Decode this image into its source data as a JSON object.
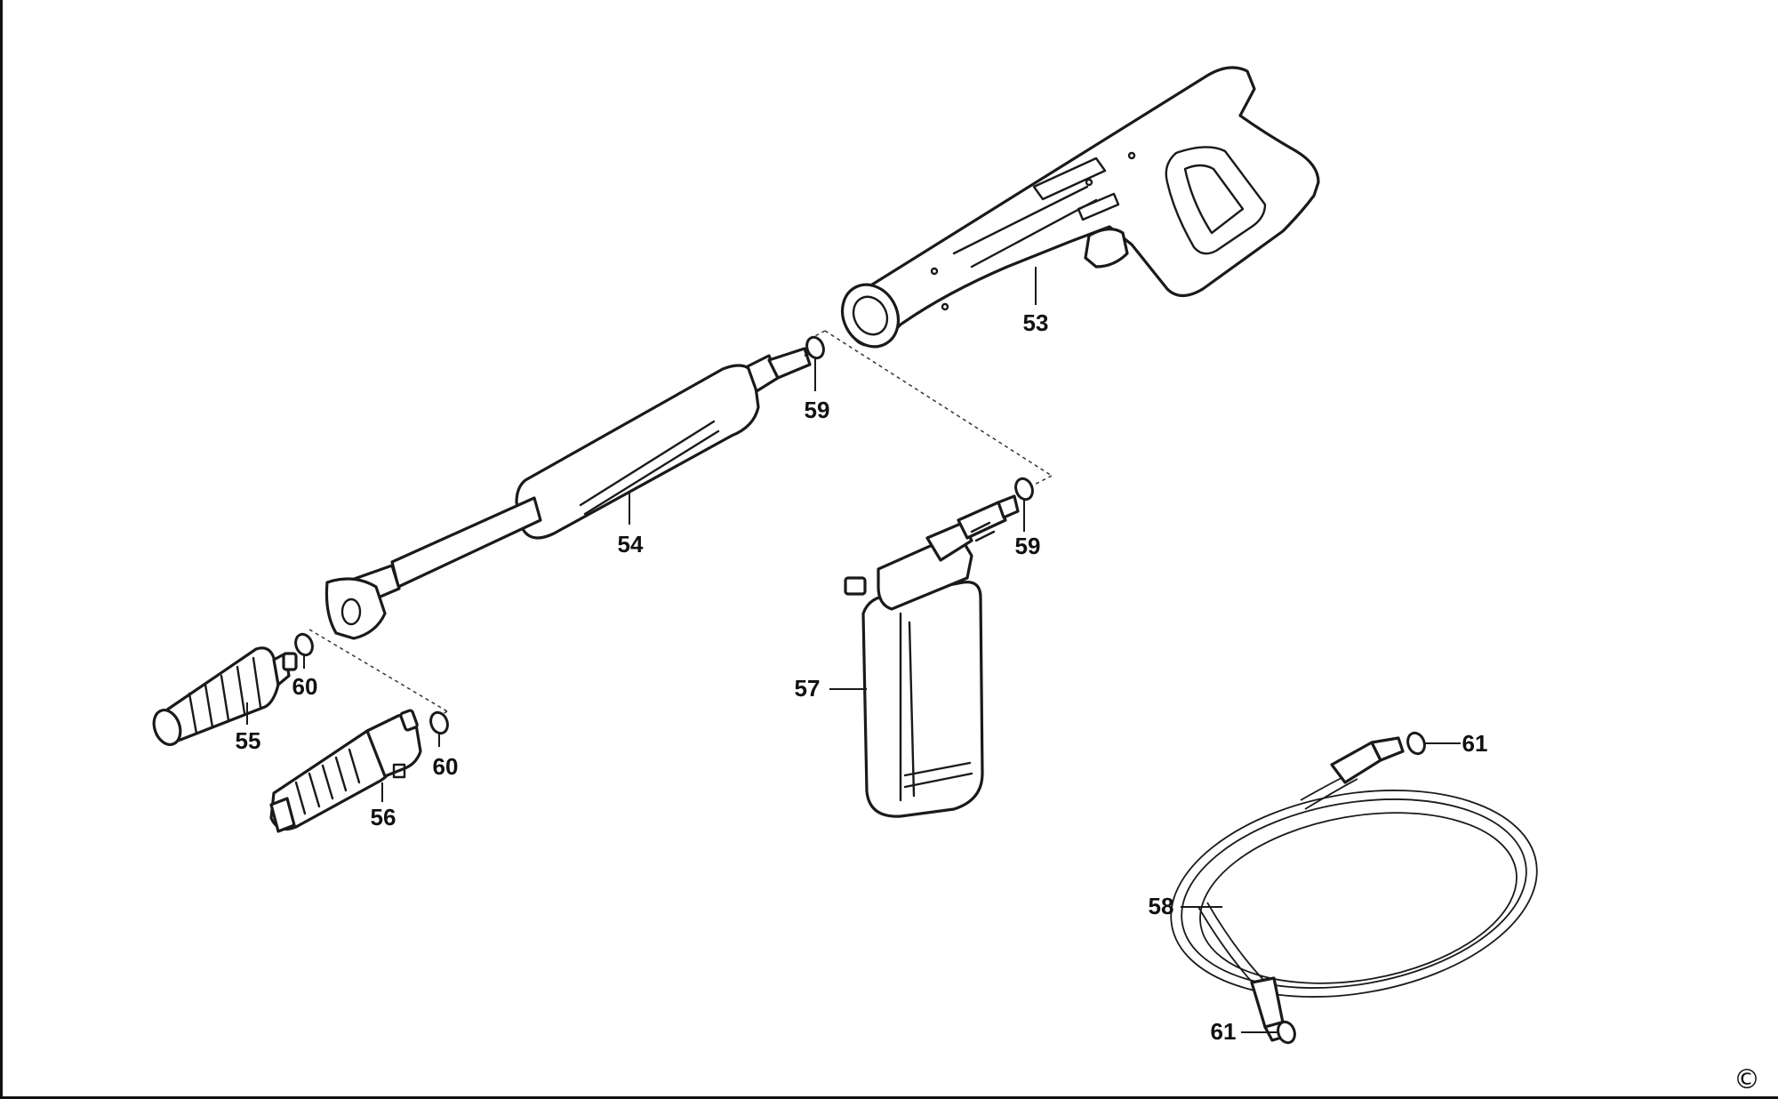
{
  "diagram": {
    "labels": {
      "p53": "53",
      "p54": "54",
      "p55": "55",
      "p56": "56",
      "p57": "57",
      "p58": "58",
      "p59a": "59",
      "p59b": "59",
      "p60a": "60",
      "p60b": "60",
      "p61a": "61",
      "p61b": "61"
    },
    "copyright": "©"
  }
}
